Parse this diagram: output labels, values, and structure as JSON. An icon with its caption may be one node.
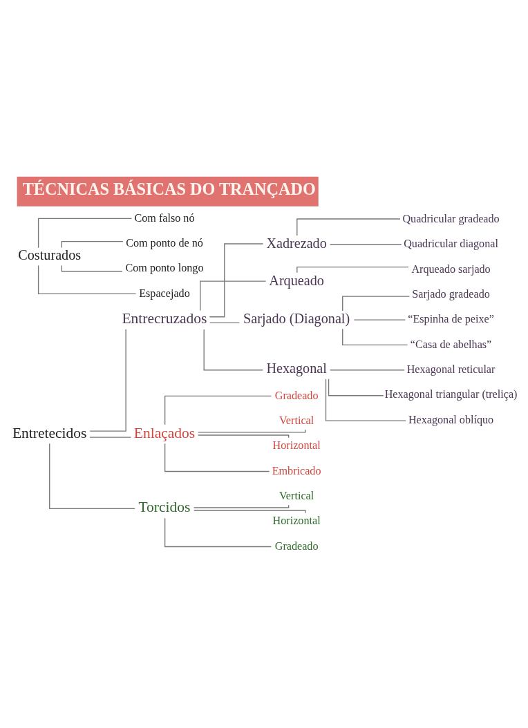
{
  "diagram": {
    "title": "TÉCNICAS BÁSICAS DO TRANÇADO",
    "nodes": [
      {
        "text": [
          "Entretecidos"
        ]
      },
      {
        "text": [
          "Entrecruzados"
        ]
      },
      {
        "text": [
          "Xadrezado"
        ]
      },
      {
        "text": [
          "Quadricular gradeado"
        ]
      },
      {
        "text": [
          "Quadricular diagonal"
        ]
      },
      {
        "text": [
          "Arqueado"
        ]
      },
      {
        "text": [
          "Arqueado sarjado"
        ]
      },
      {
        "text": [
          "Sarjado (Diagonal)"
        ]
      },
      {
        "text": [
          "Sarjado gradeado"
        ]
      },
      {
        "text": [
          "“Espinha de peixe”"
        ]
      },
      {
        "text": [
          "“Casa de abelhas”"
        ]
      },
      {
        "text": [
          "Hexagonal"
        ]
      },
      {
        "text": [
          "Hexagonal reticular"
        ]
      },
      {
        "text": [
          "Hexagonal triangular (treliça)"
        ]
      },
      {
        "text": [
          "Hexagonal oblíquo"
        ]
      },
      {
        "text": [
          "Enlaçados"
        ]
      },
      {
        "text": [
          "Gradeado"
        ]
      },
      {
        "text": [
          "Vertical"
        ]
      },
      {
        "text": [
          "Horizontal"
        ]
      },
      {
        "text": [
          "Embricado"
        ]
      },
      {
        "text": [
          "Torcidos"
        ]
      },
      {
        "text": [
          "Vertical"
        ]
      },
      {
        "text": [
          "Horizontal"
        ]
      },
      {
        "text": [
          "Gradeado"
        ]
      },
      {
        "text": [
          "Costurados"
        ]
      },
      {
        "text": [
          "Com falso nó"
        ]
      },
      {
        "text": [
          "Com ponto de nó"
        ]
      },
      {
        "text": [
          "Com ponto longo"
        ]
      },
      {
        "text": [
          "Espacejado"
        ]
      }
    ],
    "edges": [
      {
        "from": 0,
        "to": 1,
        "arrow": "none"
      },
      {
        "from": 1,
        "to": 2,
        "arrow": "none"
      },
      {
        "from": 2,
        "to": 3,
        "arrow": "none"
      },
      {
        "from": 2,
        "to": 4,
        "arrow": "none"
      },
      {
        "from": 1,
        "to": 5,
        "arrow": "none"
      },
      {
        "from": 5,
        "to": 6,
        "arrow": "none"
      },
      {
        "from": 1,
        "to": 7,
        "arrow": "none"
      },
      {
        "from": 7,
        "to": 8,
        "arrow": "none"
      },
      {
        "from": 7,
        "to": 9,
        "arrow": "none"
      },
      {
        "from": 7,
        "to": 10,
        "arrow": "none"
      },
      {
        "from": 1,
        "to": 11,
        "arrow": "none"
      },
      {
        "from": 11,
        "to": 12,
        "arrow": "none"
      },
      {
        "from": 11,
        "to": 13,
        "arrow": "none"
      },
      {
        "from": 11,
        "to": 14,
        "arrow": "none"
      },
      {
        "from": 0,
        "to": 15,
        "arrow": "none"
      },
      {
        "from": 15,
        "to": 16,
        "arrow": "none"
      },
      {
        "from": 15,
        "to": 17,
        "arrow": "none"
      },
      {
        "from": 15,
        "to": 18,
        "arrow": "none"
      },
      {
        "from": 15,
        "to": 19,
        "arrow": "none"
      },
      {
        "from": 0,
        "to": 20,
        "arrow": "none"
      },
      {
        "from": 20,
        "to": 21,
        "arrow": "none"
      },
      {
        "from": 20,
        "to": 22,
        "arrow": "none"
      },
      {
        "from": 20,
        "to": 23,
        "arrow": "none"
      },
      {
        "from": 24,
        "to": 25,
        "arrow": "none"
      },
      {
        "from": 24,
        "to": 26,
        "arrow": "none"
      },
      {
        "from": 24,
        "to": 27,
        "arrow": "none"
      },
      {
        "from": 24,
        "to": 28,
        "arrow": "none"
      }
    ]
  }
}
